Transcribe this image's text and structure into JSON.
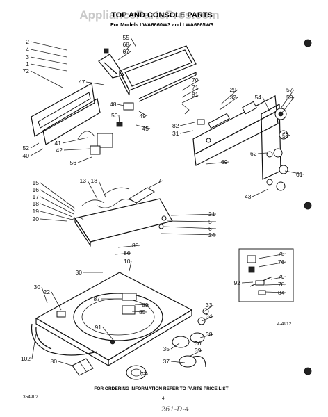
{
  "watermark": "AppliancePartsPros.com",
  "title": "TOP AND CONSOLE PARTS",
  "subtitle": "For Models LWA6660W3 and LWA6665W3",
  "footer_note": "FOR ORDERING INFORMATION REFER TO PARTS PRICE LIST",
  "figure_code": "4-4912",
  "corner_code": "3549L2",
  "page_number": "4",
  "handwritten": "261-D-4",
  "callouts": [
    "2",
    "4",
    "3",
    "1",
    "72",
    "55",
    "68",
    "67",
    "47",
    "70",
    "71",
    "81",
    "48",
    "50",
    "49",
    "45",
    "82",
    "31",
    "29",
    "32",
    "54",
    "57",
    "59",
    "58",
    "62",
    "61",
    "69",
    "43",
    "52",
    "40",
    "41",
    "42",
    "56",
    "13",
    "18",
    "7",
    "15",
    "16",
    "17",
    "18",
    "19",
    "20",
    "21",
    "5",
    "6",
    "24",
    "88",
    "86",
    "10",
    "30",
    "30",
    "22",
    "87",
    "89",
    "85",
    "91",
    "33",
    "34",
    "38",
    "35",
    "36",
    "39",
    "37",
    "102",
    "80",
    "77",
    "75",
    "76",
    "92",
    "79",
    "78",
    "84"
  ]
}
